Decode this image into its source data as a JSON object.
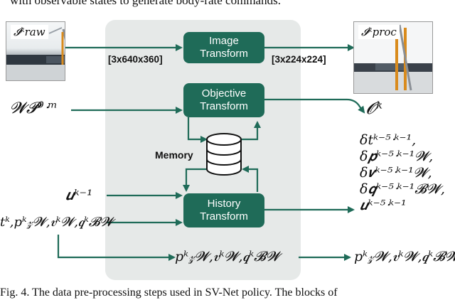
{
  "caption_top": "with observable states to generate body-rate commands.",
  "caption_bottom": "Fig. 4.  The data pre-processing steps used in SV-Net policy. The blocks of",
  "blocks": {
    "image_transform": [
      "Image",
      "Transform"
    ],
    "objective_transform": [
      "Objective",
      "Transform"
    ],
    "history_transform": [
      "History",
      "Transform"
    ]
  },
  "memory_label": "Memory",
  "dims": {
    "input": "[3x640x360]",
    "output": "[3x224x224]"
  },
  "image_labels": {
    "raw": "𝓘ᵏraw",
    "proc": "𝓘ᵏproc"
  },
  "inputs": {
    "waypoints": "𝓦𝓟⁰ᐧᵐ",
    "action_prev": "𝒖ᵏ⁻¹",
    "state": "tᵏ,pᵏ𝓏𝓦,𝒗ᵏ𝓦,𝒒ᵏ𝓑𝓦"
  },
  "outputs": {
    "objective": "𝓞ᵏ",
    "history": [
      "δtᵏ⁻⁵ᐧᵏ⁻¹,",
      "δ𝒑ᵏ⁻⁵ᐧᵏ⁻¹𝓦,",
      "δ𝒗ᵏ⁻⁵ᐧᵏ⁻¹𝓦,",
      "δ𝒒ᵏ⁻⁵ᐧᵏ⁻¹𝓑𝓦,",
      "𝒖ᵏ⁻⁵ᐧᵏ⁻¹"
    ],
    "passthrough_mid": "pᵏ𝓏𝓦,𝒗ᵏ𝓦,𝒒ᵏ𝓑𝓦",
    "passthrough_right": "pᵏ𝓏𝓦,𝒗ᵏ𝓦,𝒒ᵏ𝓑𝓦"
  },
  "colors": {
    "block": "#1f6b58",
    "panel": "#e6e9e8",
    "arrow": "#1f6b58"
  }
}
